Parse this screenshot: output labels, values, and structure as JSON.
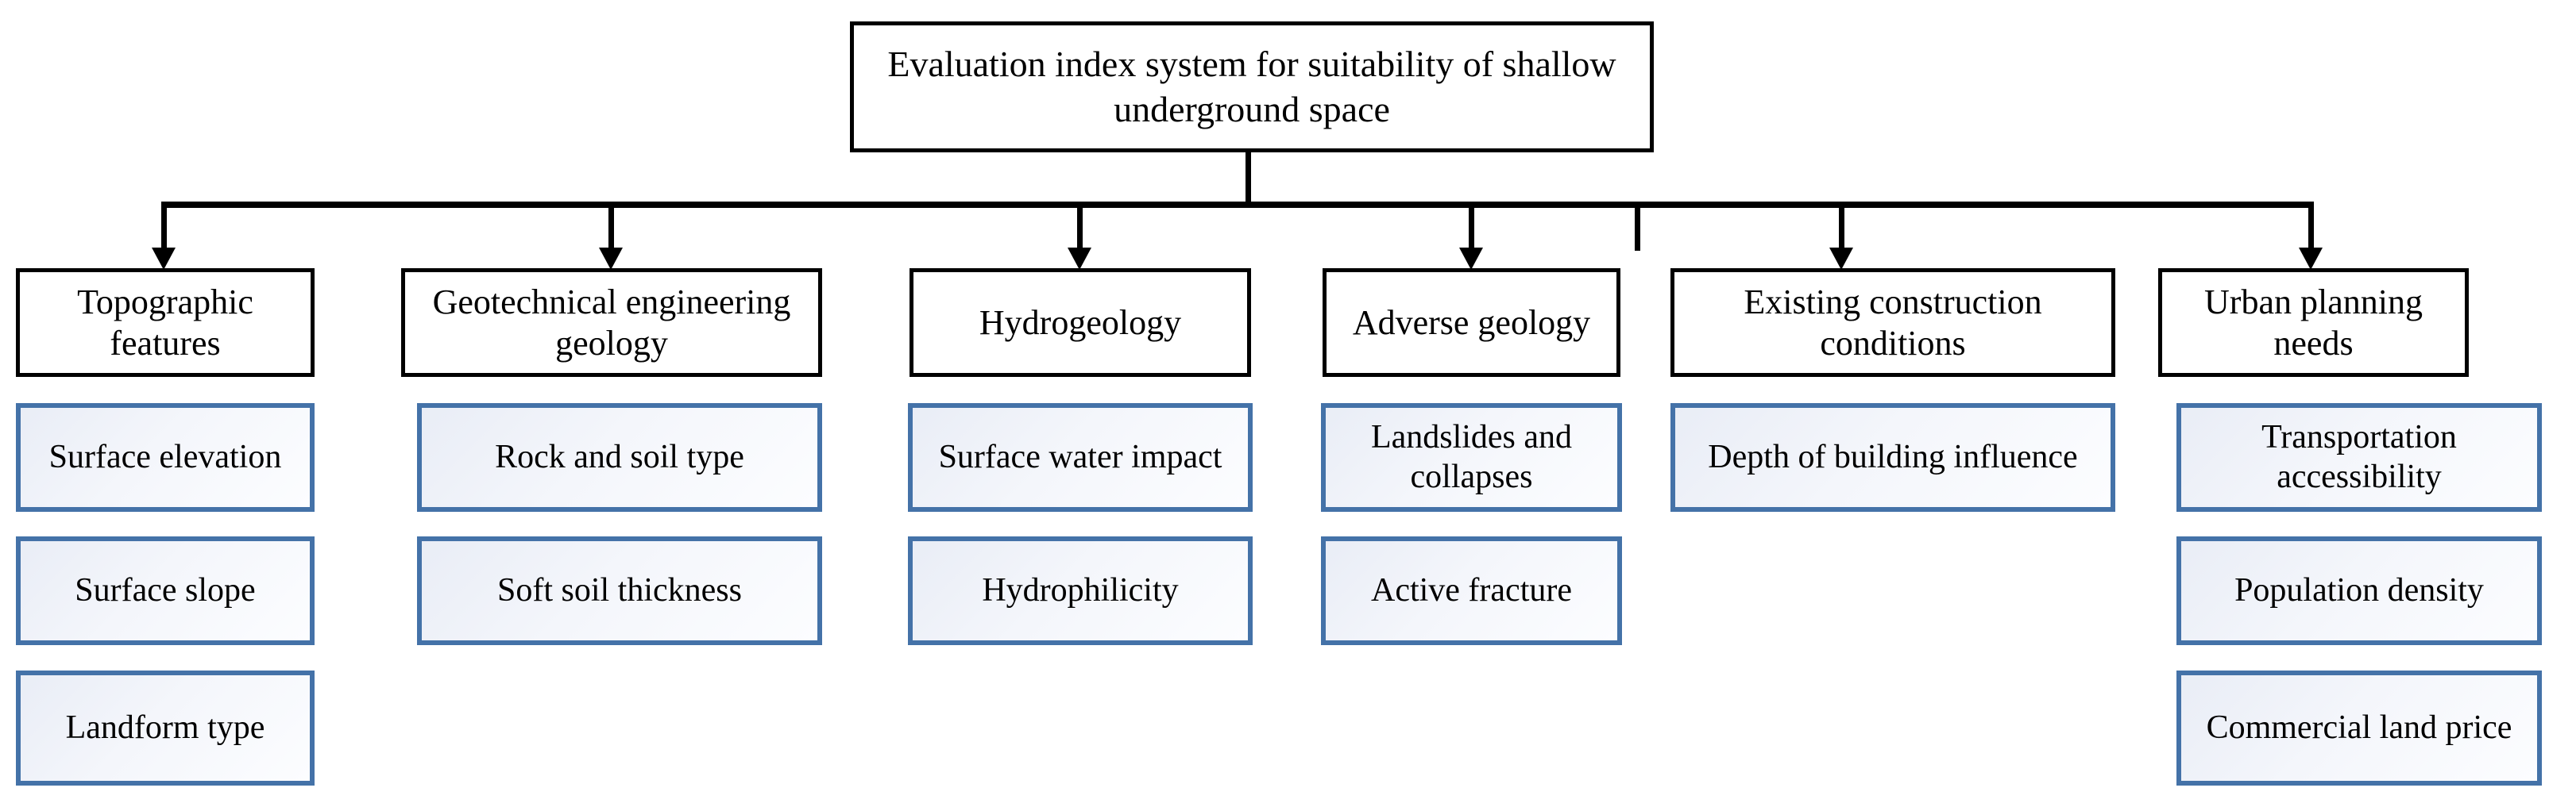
{
  "diagram": {
    "title": "Evaluation index system for suitability of shallow underground space",
    "colors": {
      "root_border": "#000000",
      "category_border": "#000000",
      "indicator_border": "#4472A8",
      "indicator_fill_light": "#fcfdff",
      "indicator_fill_dark": "#e9edf6",
      "connector": "#000000",
      "text": "#000000",
      "background": "#ffffff"
    },
    "root": {
      "label": "Evaluation index system for suitability of shallow underground space"
    },
    "columns": [
      {
        "category": "Topographic features",
        "indicators": [
          "Surface elevation",
          "Surface slope",
          "Landform type"
        ]
      },
      {
        "category": "Geotechnical engineering geology",
        "indicators": [
          "Rock and soil type",
          "Soft soil thickness"
        ]
      },
      {
        "category": "Hydrogeology",
        "indicators": [
          "Surface water impact",
          "Hydrophilicity"
        ]
      },
      {
        "category": "Adverse geology",
        "indicators": [
          "Landslides and collapses",
          "Active fracture"
        ]
      },
      {
        "category": "Existing construction conditions",
        "indicators": [
          "Depth of building influence"
        ]
      },
      {
        "category": "Urban planning needs",
        "indicators": [
          "Transportation accessibility",
          "Population density",
          "Commercial land price"
        ]
      }
    ]
  }
}
